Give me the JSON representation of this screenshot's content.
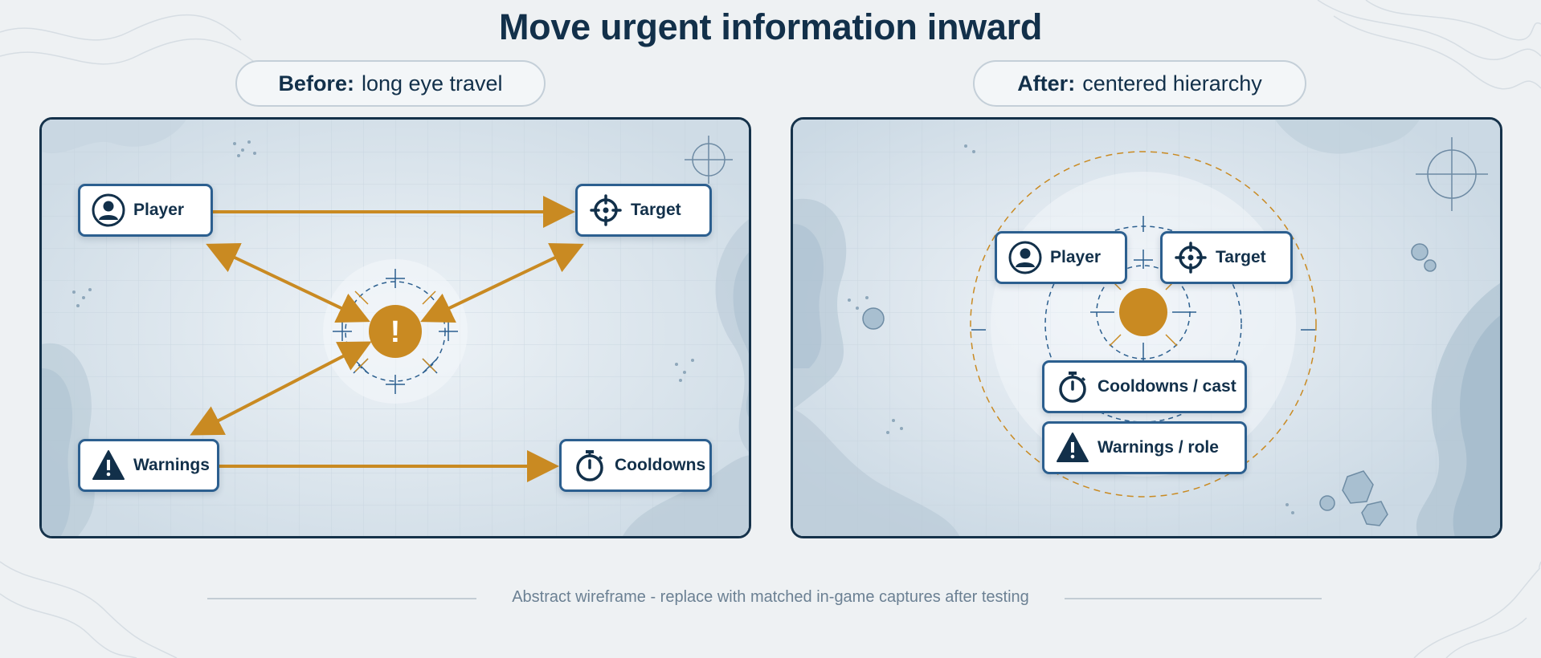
{
  "title": "Move urgent information inward",
  "before": {
    "pill_bold": "Before:",
    "pill_rest": "long eye travel",
    "cards": {
      "player": "Player",
      "target": "Target",
      "warnings": "Warnings",
      "cooldowns": "Cooldowns"
    },
    "center_glyph": "!"
  },
  "after": {
    "pill_bold": "After:",
    "pill_rest": "centered hierarchy",
    "cards": {
      "player": "Player",
      "target": "Target",
      "cooldowns": "Cooldowns / cast",
      "warnings": "Warnings / role"
    }
  },
  "footer": "Abstract wireframe - replace with matched in-game captures after testing",
  "colors": {
    "navy": "#12304a",
    "card_border": "#2c5f8f",
    "accent": "#c98a22",
    "panel_bg": "#d9e4ec"
  },
  "icons": [
    "user-icon",
    "crosshair-icon",
    "warning-icon",
    "stopwatch-icon"
  ]
}
